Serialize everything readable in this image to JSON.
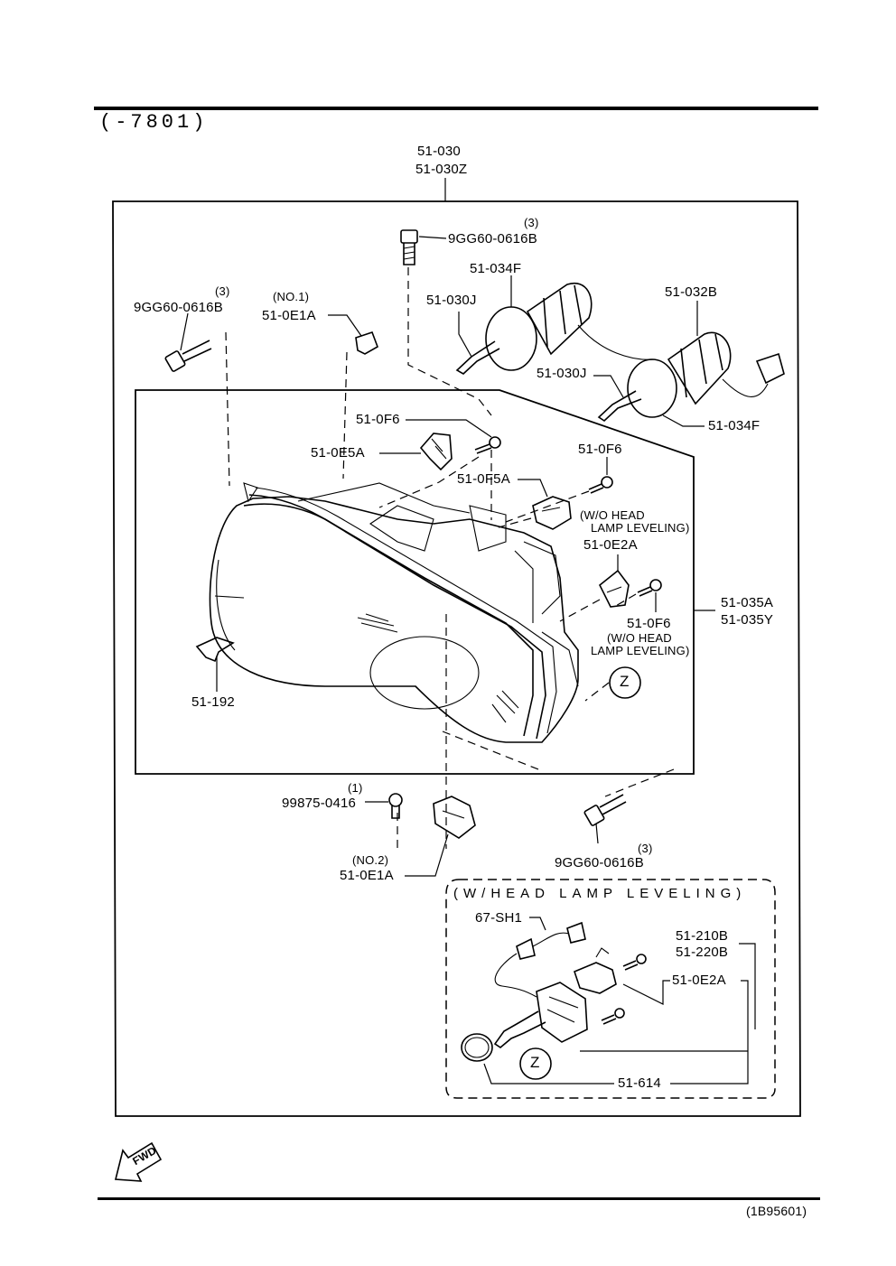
{
  "header": {
    "model_range": "(-7801)"
  },
  "footer": {
    "diagram_code": "(1B95601)",
    "fwd_label": "FWD"
  },
  "callouts": {
    "assembly": {
      "line1": "51-030",
      "line2": "51-030Z"
    },
    "bolt_top": {
      "qty": "(3)",
      "part": "9GG60-0616B"
    },
    "bolt_left": {
      "qty": "(3)",
      "part": "9GG60-0616B"
    },
    "clip_no1": {
      "note": "(NO.1)",
      "part": "51-0E1A"
    },
    "socket_1": "51-034F",
    "bulb_1": "51-030J",
    "socket_2": "51-032B",
    "bulb_2": "51-030J",
    "socket_3": "51-034F",
    "screw_a": "51-0F6",
    "bracket_a": "51-0E5A",
    "screw_b": "51-0F6",
    "bracket_b": "51-0F5A",
    "note_wo_leveling_1": {
      "line1": "(W/O HEAD",
      "line2": "LAMP LEVELING)"
    },
    "bracket_c": "51-0E2A",
    "screw_c": "51-0F6",
    "note_wo_leveling_2": {
      "line1": "(W/O HEAD",
      "line2": "LAMP LEVELING)"
    },
    "lamp_unit": {
      "line1": "51-035A",
      "line2": "51-035Y"
    },
    "clip_192": "51-192",
    "zoom_marker": "Z",
    "screw_bottom": {
      "qty": "(1)",
      "part": "99875-0416"
    },
    "clip_no2": {
      "note": "(NO.2)",
      "part": "51-0E1A"
    },
    "bolt_bottom": {
      "qty": "(3)",
      "part": "9GG60-0616B"
    }
  },
  "leveling_group": {
    "title": "(W/HEAD LAMP LEVELING)",
    "harness": "67-SH1",
    "actuator": {
      "line1": "51-210B",
      "line2": "51-220B"
    },
    "bracket": "51-0E2A",
    "oring": "51-614",
    "zoom_marker": "Z"
  }
}
